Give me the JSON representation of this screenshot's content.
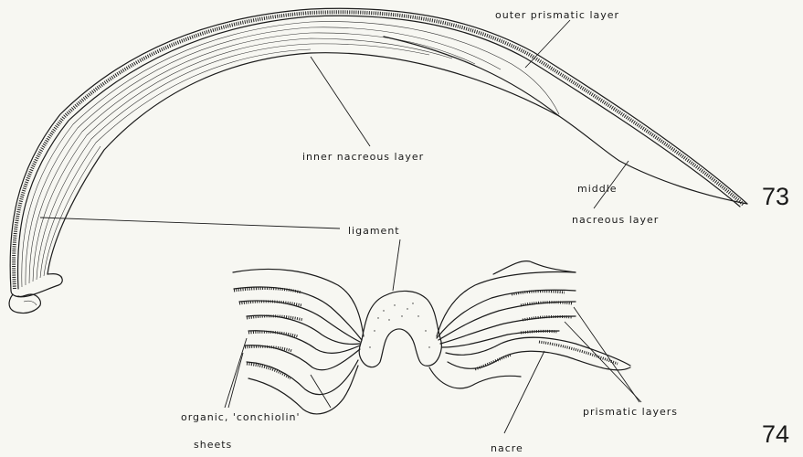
{
  "figures": {
    "fig73": {
      "number": "73",
      "labels": {
        "outer_prismatic": "outer prismatic layer",
        "inner_nacreous": "inner nacreous layer",
        "middle_1": "middle",
        "middle_2": "nacreous layer",
        "ligament": "ligament"
      }
    },
    "fig74": {
      "number": "74",
      "labels": {
        "organic": "organic, 'conchiolin'",
        "sheets": "sheets",
        "nacre": "nacre",
        "prismatic_layers": "prismatic layers"
      }
    }
  }
}
